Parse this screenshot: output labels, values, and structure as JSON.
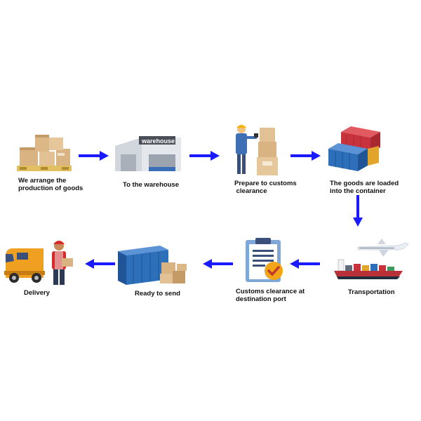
{
  "steps": [
    {
      "label_lines": [
        "We arrange the",
        "production of goods"
      ],
      "icon": "boxes-on-pallet-icon"
    },
    {
      "label_lines": [
        "To the warehouse"
      ],
      "icon": "warehouse-icon",
      "sign": "warehouse"
    },
    {
      "label_lines": [
        "Prepare to customs",
        " clearance"
      ],
      "icon": "worker-scanning-boxes-icon"
    },
    {
      "label_lines": [
        "The goods are loaded",
        "into the container"
      ],
      "icon": "shipping-containers-icon"
    },
    {
      "label_lines": [
        "Transportation"
      ],
      "icon": "ship-and-plane-icon"
    },
    {
      "label_lines": [
        "Customs clearance at",
        "destination port"
      ],
      "icon": "clipboard-checkmark-icon"
    },
    {
      "label_lines": [
        "Ready to send"
      ],
      "icon": "open-container-with-boxes-icon"
    },
    {
      "label_lines": [
        "Delivery"
      ],
      "icon": "delivery-van-and-courier-icon"
    }
  ],
  "colors": {
    "arrow": "#1a1aff",
    "box": "#d9b382",
    "container_red": "#c8323c",
    "container_blue": "#2d6fb8",
    "check": "#f2a516",
    "van": "#f0a020"
  }
}
